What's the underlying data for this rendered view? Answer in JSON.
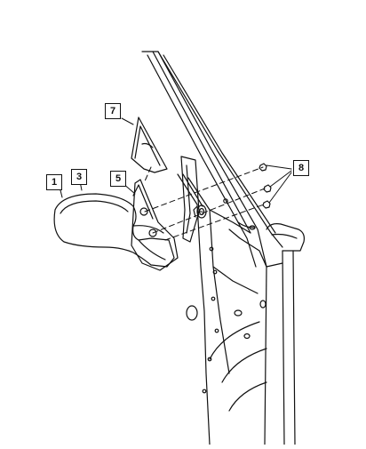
{
  "diagram": {
    "callouts": [
      {
        "id": "callout-1",
        "label": "1"
      },
      {
        "id": "callout-3",
        "label": "3"
      },
      {
        "id": "callout-5",
        "label": "5"
      },
      {
        "id": "callout-7",
        "label": "7"
      },
      {
        "id": "callout-8",
        "label": "8"
      }
    ],
    "colors": {
      "line": "#111111",
      "background": "#ffffff"
    }
  }
}
